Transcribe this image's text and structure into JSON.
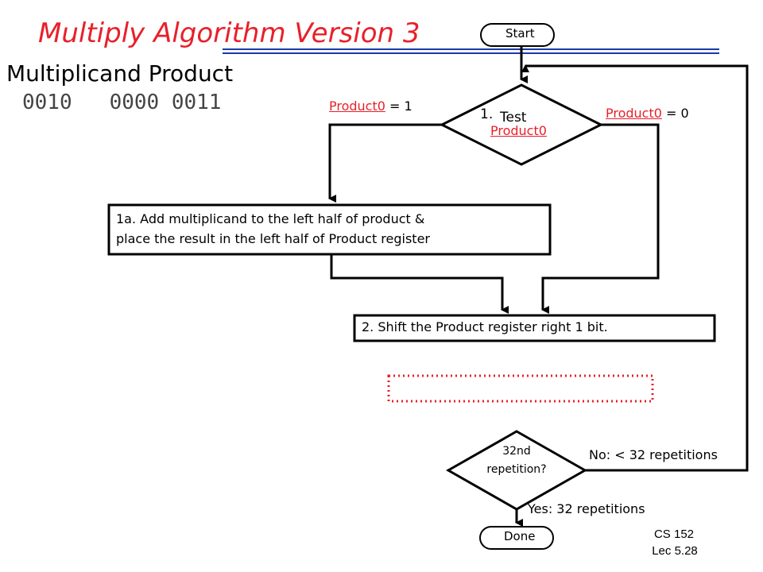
{
  "title": "Multiply Algorithm Version 3",
  "registers": {
    "header": "Multiplicand Product",
    "values": "0010   0000 0011"
  },
  "flowchart": {
    "start": "Start",
    "test_number": "1.",
    "test_label": "Test",
    "test_operand": "Product0",
    "left_branch": {
      "operand": "Product0",
      "rest": " = 1"
    },
    "right_branch": {
      "operand": "Product0",
      "rest": " = 0"
    },
    "step_1a_line1": "1a. Add multiplicand to the left half of product &",
    "step_1a_line2": "place the result in the left half of Product register",
    "step_2": "2. Shift the Product register right 1 bit.",
    "decision_line1": "32nd",
    "decision_line2": "repetition?",
    "no_label": "No: < 32 repetitions",
    "yes_label": "Yes: 32 repetitions",
    "done": "Done"
  },
  "footer": {
    "course": "CS 152",
    "lecture": "Lec 5.28"
  },
  "colors": {
    "title": "#e8202a",
    "accent_red": "#e8202a",
    "line": "#000000",
    "dotted_box": "#e8202a"
  }
}
